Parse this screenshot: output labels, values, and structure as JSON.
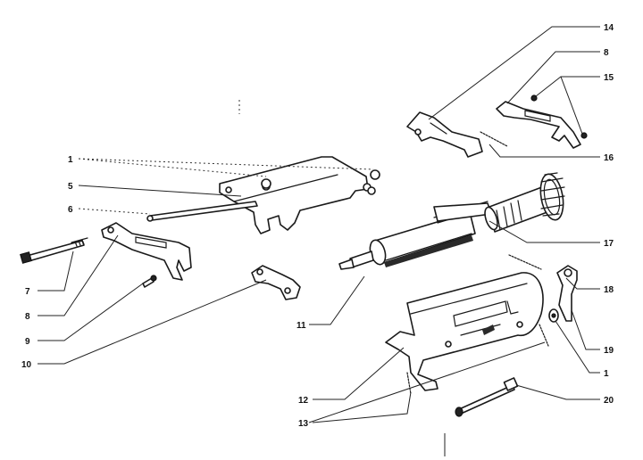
{
  "callouts": [
    {
      "id": "c1a",
      "label": "1"
    },
    {
      "id": "c5",
      "label": "5"
    },
    {
      "id": "c6",
      "label": "6"
    },
    {
      "id": "c7",
      "label": "7"
    },
    {
      "id": "c8a",
      "label": "8"
    },
    {
      "id": "c9",
      "label": "9"
    },
    {
      "id": "c10",
      "label": "10"
    },
    {
      "id": "c11",
      "label": "11"
    },
    {
      "id": "c12",
      "label": "12"
    },
    {
      "id": "c13",
      "label": "13"
    },
    {
      "id": "c14",
      "label": "14"
    },
    {
      "id": "c8b",
      "label": "8"
    },
    {
      "id": "c15",
      "label": "15"
    },
    {
      "id": "c16",
      "label": "16"
    },
    {
      "id": "c17",
      "label": "17"
    },
    {
      "id": "c18",
      "label": "18"
    },
    {
      "id": "c19",
      "label": "19"
    },
    {
      "id": "c1b",
      "label": "1"
    },
    {
      "id": "c20",
      "label": "20"
    }
  ]
}
